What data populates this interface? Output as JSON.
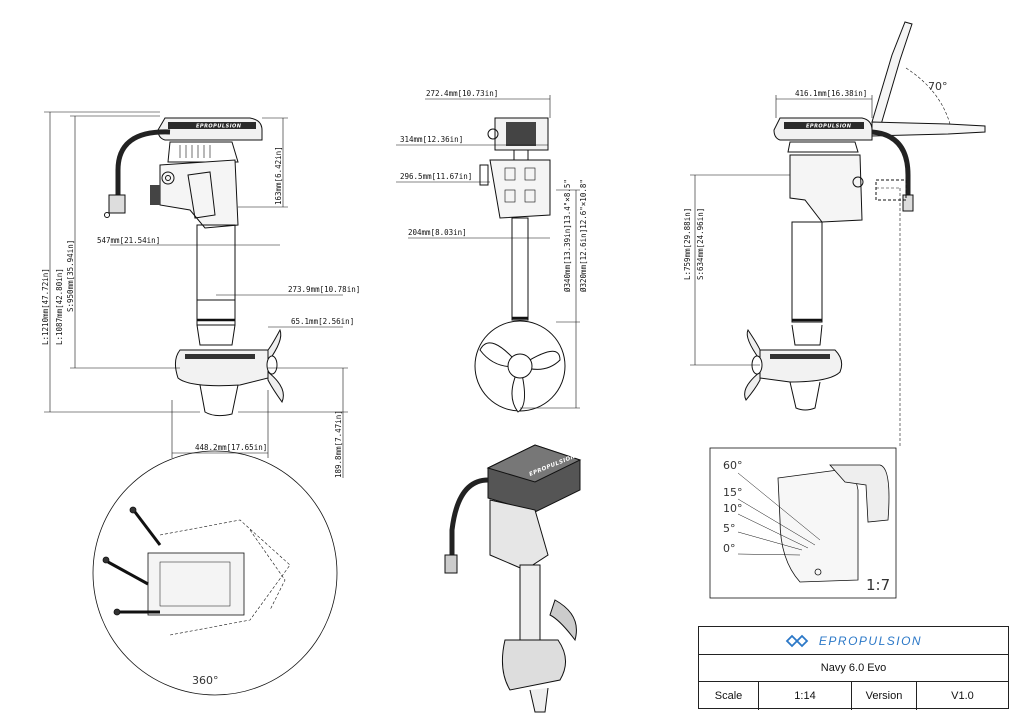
{
  "drawing": {
    "brand_on_motor": "EPROPULSION",
    "side_view": {
      "overall_length": "L:1210mm[47.72in]",
      "length_l": "L:1087mm[42.80in]",
      "length_s": "S:950mm[35.94in]",
      "upper_height": "163mm[6.42in]",
      "clamp_depth": "547mm[21.54in]",
      "shaft_offset": "273.9mm[10.78in]",
      "prop_offset": "65.1mm[2.56in]",
      "total_depth": "448.2mm[17.65in]",
      "skeg_height": "189.8mm[7.47in]"
    },
    "front_view": {
      "top_width": "272.4mm[10.73in]",
      "head_width": "314mm[12.36in]",
      "clamp_width": "296.5mm[11.67in]",
      "bracket_width": "204mm[8.03in]",
      "prop_diameter_l": "Ø340mm[13.39in]13.4\"×8.5\"",
      "prop_diameter_s": "Ø320mm[12.6in]12.6\"×10.8\""
    },
    "tilt_view": {
      "tilt_width": "416.1mm[16.38in]",
      "tilt_angle": "70°",
      "shaft_l": "L:759mm[29.88in]",
      "shaft_s": "S:634mm[24.96in]"
    },
    "detail": {
      "angles": [
        "60°",
        "15°",
        "10°",
        "5°",
        "0°"
      ],
      "scale": "1:7"
    },
    "rotation_view": {
      "label": "360°"
    }
  },
  "title_block": {
    "brand": "EPROPULSION",
    "model": "Navy 6.0 Evo",
    "scale_label": "Scale",
    "scale_value": "1:14",
    "version_label": "Version",
    "version_value": "V1.0"
  },
  "colors": {
    "brand_blue": "#2c78c7",
    "line": "#111111"
  }
}
